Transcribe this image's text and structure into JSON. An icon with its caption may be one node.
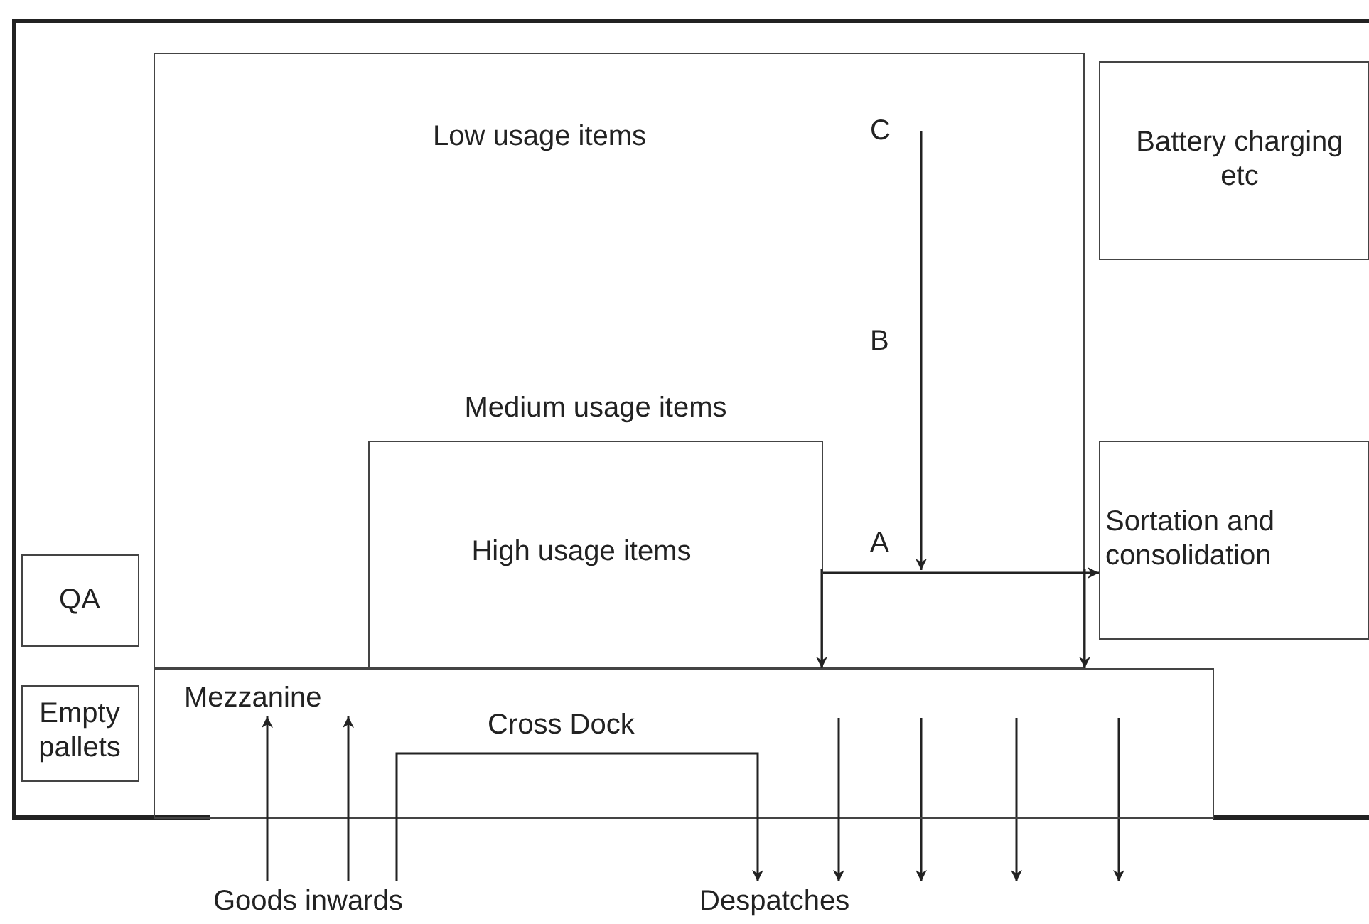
{
  "diagram": {
    "nodes": [
      {
        "text": [
          "Low usage items"
        ]
      },
      {
        "text": [
          "Medium usage items",
          "High usage items"
        ],
        "in": 0
      },
      {
        "text": [
          "Battery charging etc"
        ]
      },
      {
        "text": [
          "Sortation and consolidation"
        ]
      },
      {
        "text": [
          "QA"
        ]
      },
      {
        "text": [
          "Empty pallets"
        ]
      },
      {
        "text": [],
        "shape": "box"
      },
      {
        "text": [
          "Mezzanine"
        ],
        "in": 6
      },
      {
        "text": [
          "Goods inwards"
        ]
      },
      {
        "text": [
          "Despatches"
        ]
      }
    ],
    "edges": [
      {
        "from": 1,
        "to": 3,
        "arrow": "to"
      },
      {
        "from": 1,
        "to": 6,
        "arrow": "to"
      },
      {
        "from": 0,
        "to": 6,
        "arrow": "to"
      },
      {
        "from": 8,
        "to": 7,
        "arrow": "to"
      },
      {
        "from": 8,
        "to": 7,
        "arrow": "to"
      },
      {
        "from": 8,
        "to": 9,
        "label": "Cross Dock",
        "arrow": "to"
      },
      {
        "from": null,
        "to": 9,
        "arrow": "to"
      }
    ],
    "labels": [
      "C",
      "B",
      "A"
    ]
  }
}
